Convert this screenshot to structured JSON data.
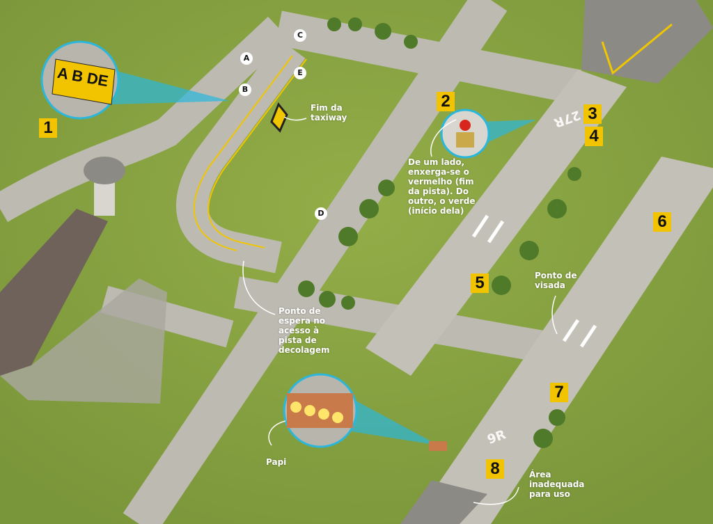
{
  "markers": [
    "1",
    "2",
    "3",
    "4",
    "5",
    "6",
    "7",
    "8"
  ],
  "taxiway_letters": [
    "A",
    "B",
    "C",
    "D",
    "E"
  ],
  "sign_letters": [
    "A",
    "B",
    "DE"
  ],
  "runway_designators": {
    "top": "27R",
    "bottom": "9R"
  },
  "captions": {
    "fim_taxiway": "Fim da taxiway",
    "ponto_espera": "Ponto de espera no acesso à pista de decolagem",
    "luz": "De um lado, enxerga-se o vermelho (fim da pista). Do outro, o verde (início dela)",
    "ponto_visada": "Ponto de visada",
    "papi": "Papi",
    "area_inadequada": "Área inadequada para uso"
  },
  "colors": {
    "grass": "#86a23f",
    "pavement": "#bdbbb1",
    "marker": "#f2c400",
    "callout": "#2bb6dc",
    "taxi_line": "#f0c600",
    "roof": "#6e625a"
  }
}
